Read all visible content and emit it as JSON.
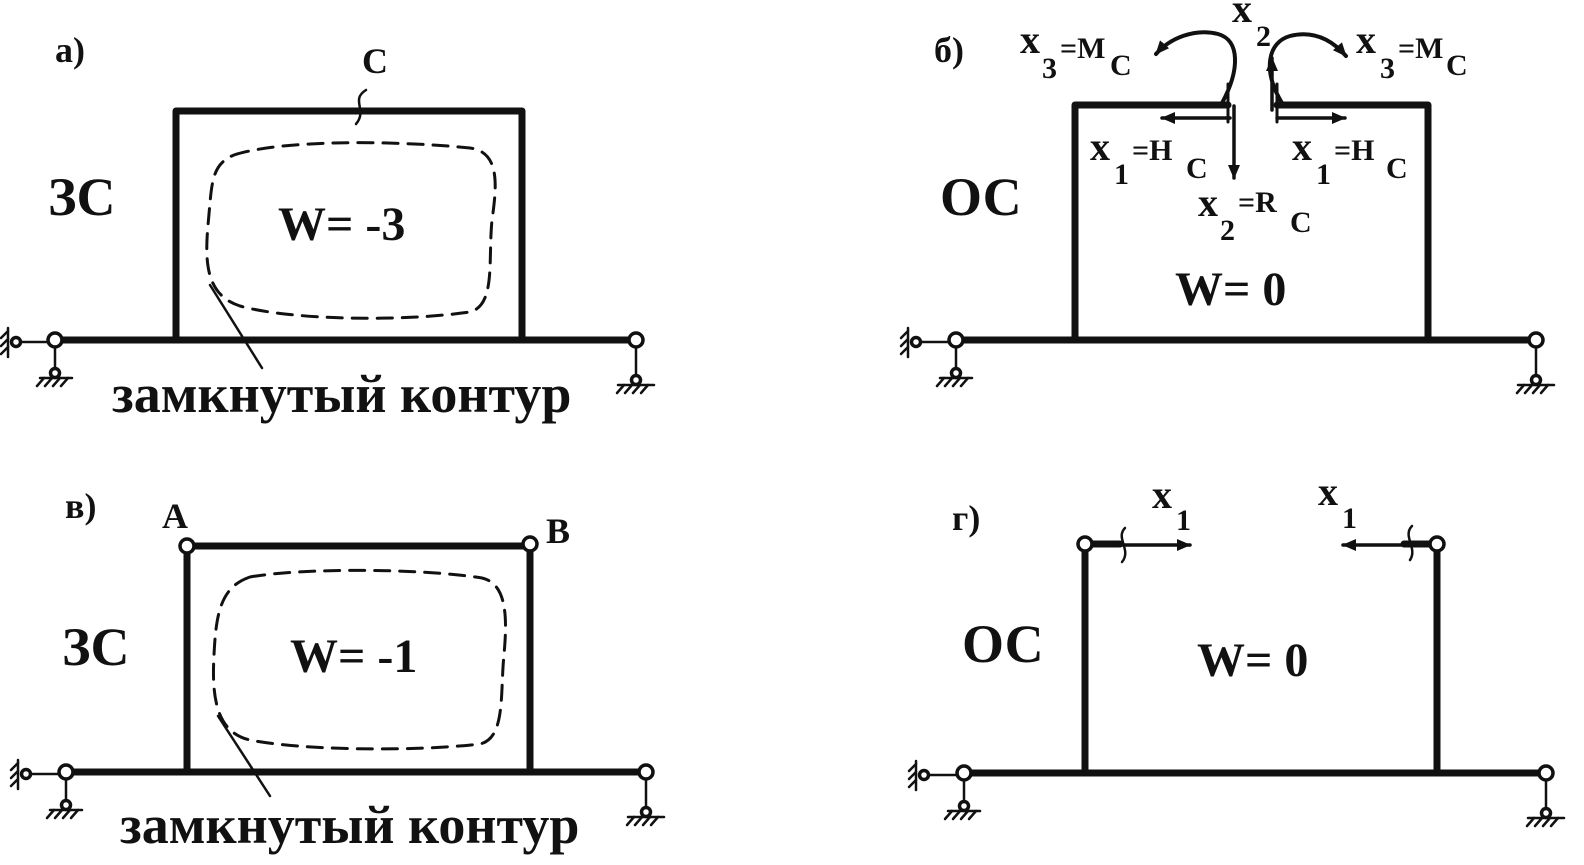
{
  "colors": {
    "ink": "#111111",
    "background": "#ffffff"
  },
  "panel_a": {
    "label": "а)",
    "system": "ЗС",
    "point_c": "C",
    "degree": "W= -3",
    "contour": "замкнутый контур"
  },
  "panel_b": {
    "label": "б)",
    "system": "ОС",
    "degree": "W= 0",
    "x2_top": {
      "x": "x",
      "n": "2"
    },
    "x3_left": {
      "x": "x",
      "n": "3",
      "eq": "=M",
      "s": "C"
    },
    "x3_right": {
      "x": "x",
      "n": "3",
      "eq": "=M",
      "s": "C"
    },
    "x1_left": {
      "x": "x",
      "n": "1",
      "eq": "=H",
      "s": "C"
    },
    "x1_right": {
      "x": "x",
      "n": "1",
      "eq": "=H",
      "s": "C"
    },
    "x2_bottom": {
      "x": "x",
      "n": "2",
      "eq": "=R",
      "s": "C"
    }
  },
  "panel_c": {
    "label": "в)",
    "system": "ЗС",
    "point_a": "A",
    "point_b": "B",
    "degree": "W= -1",
    "contour": "замкнутый контур"
  },
  "panel_d": {
    "label": "г)",
    "system": "ОС",
    "degree": "W= 0",
    "x1_left": {
      "x": "x",
      "n": "1"
    },
    "x1_right": {
      "x": "x",
      "n": "1"
    }
  }
}
